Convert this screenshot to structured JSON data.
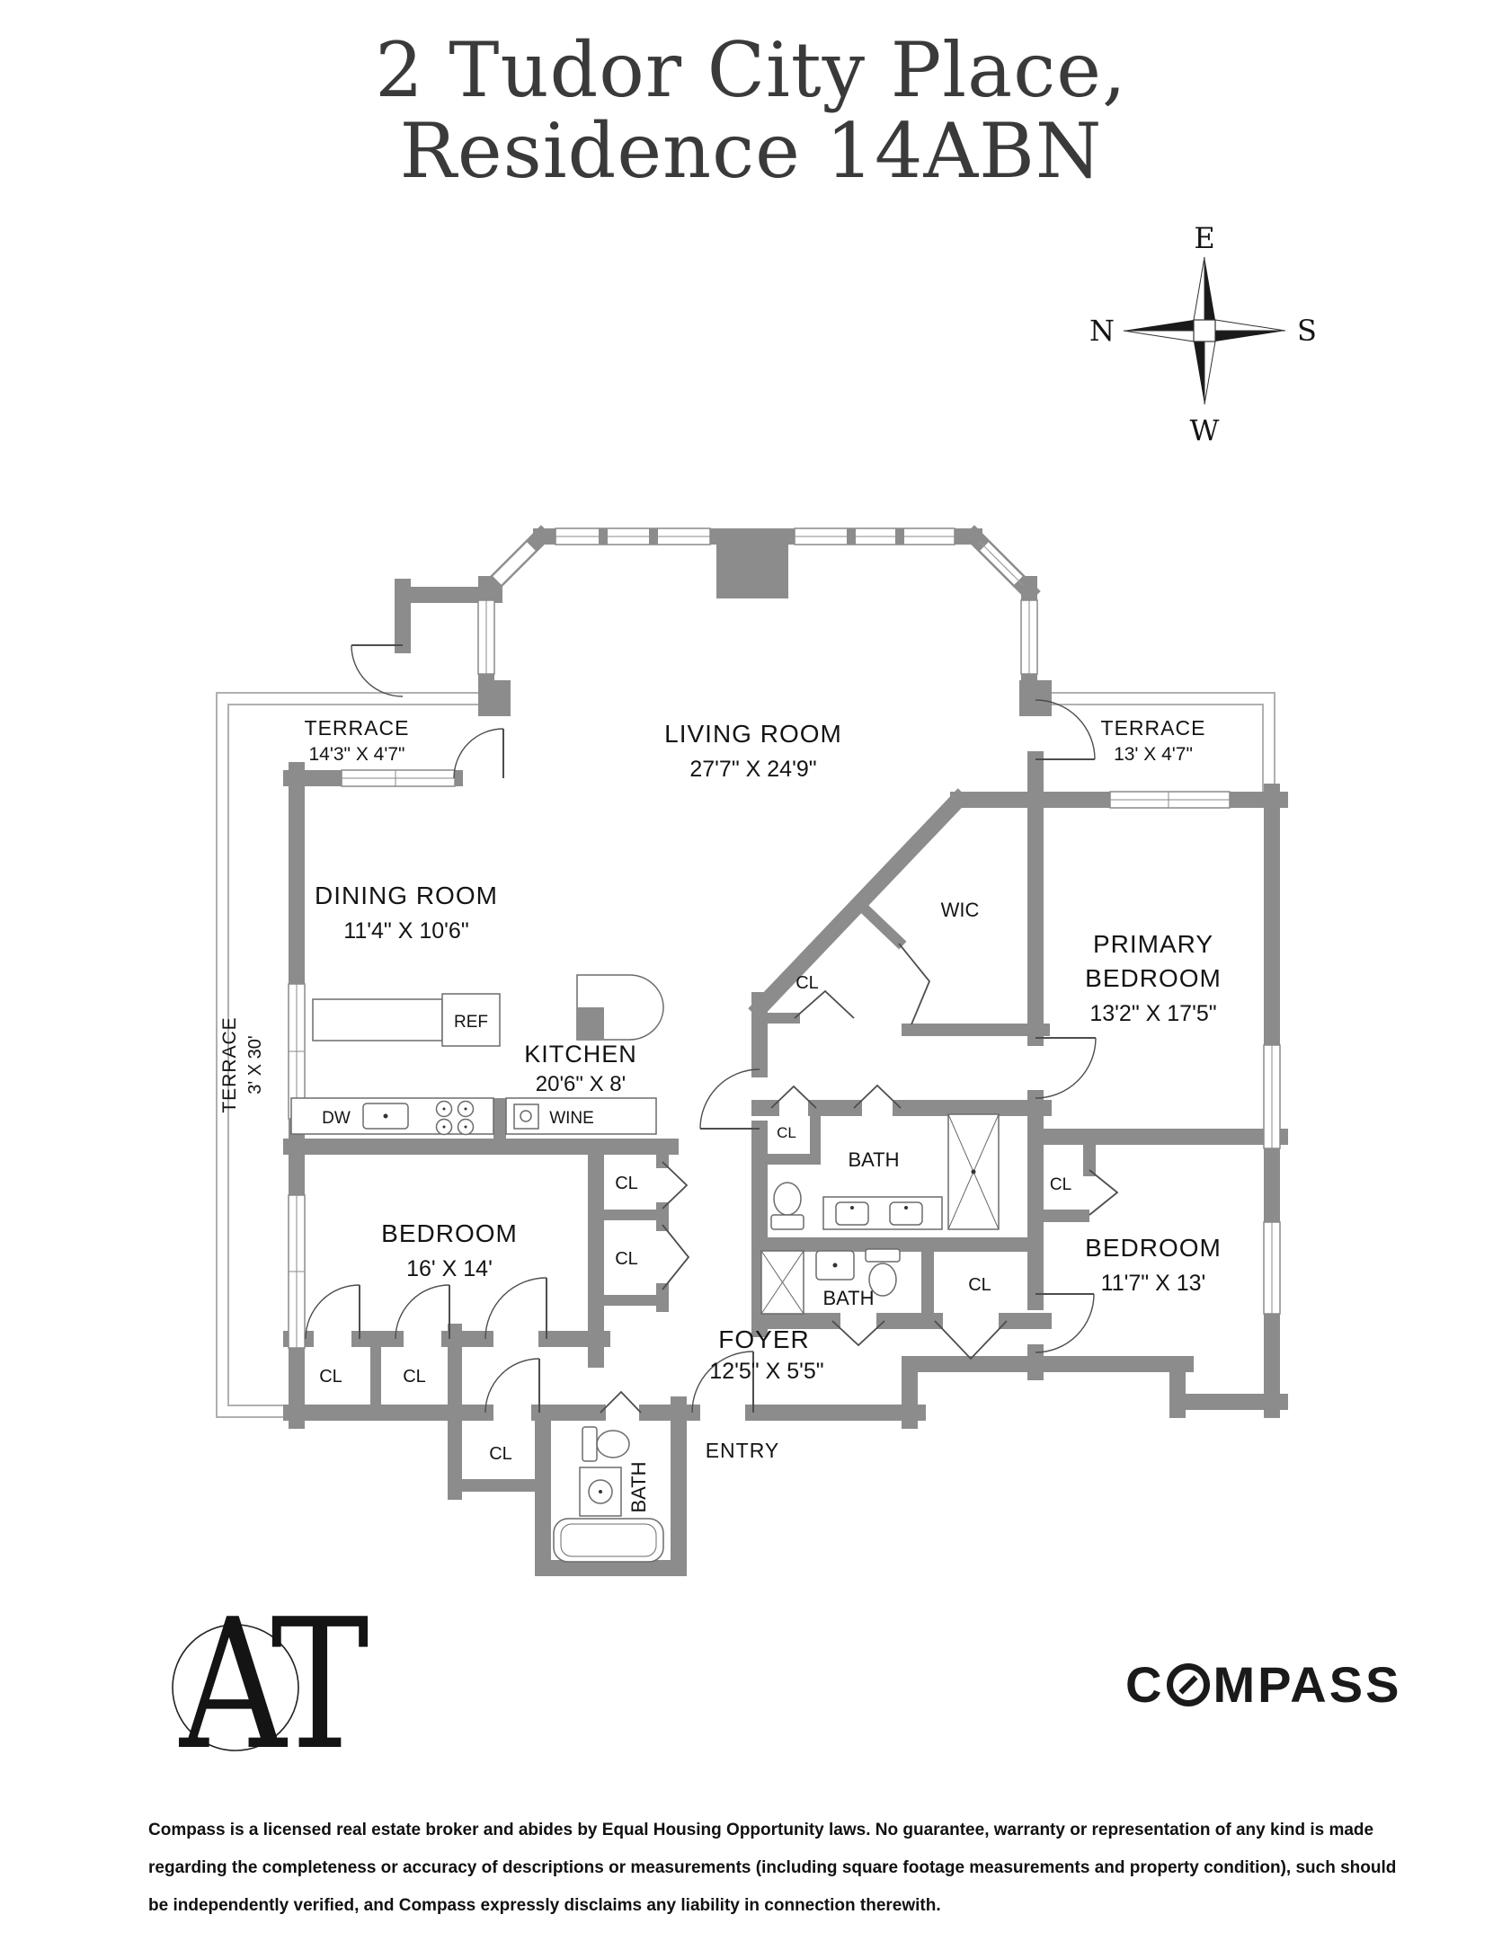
{
  "title": {
    "line1": "2 Tudor City Place,",
    "line2": "Residence 14ABN"
  },
  "compass_rose": {
    "n": "N",
    "e": "E",
    "s": "S",
    "w": "W"
  },
  "floorplan": {
    "rooms": {
      "living": {
        "name": "LIVING ROOM",
        "dims": "27'7\" X 24'9\""
      },
      "dining": {
        "name": "DINING ROOM",
        "dims": "11'4\" X 10'6\""
      },
      "kitchen": {
        "name": "KITCHEN",
        "dims": "20'6\" X 8'"
      },
      "primary_bedroom": {
        "name1": "PRIMARY",
        "name2": "BEDROOM",
        "dims": "13'2\" X 17'5\""
      },
      "bedroom_west": {
        "name": "BEDROOM",
        "dims": "16' X 14'"
      },
      "bedroom_east": {
        "name": "BEDROOM",
        "dims": "11'7\" X 13'"
      },
      "foyer": {
        "name": "FOYER",
        "dims": "12'5\" X 5'5\""
      },
      "terrace_nw": {
        "name": "TERRACE",
        "dims": "14'3\" X 4'7\""
      },
      "terrace_ne": {
        "name": "TERRACE",
        "dims": "13' X 4'7\""
      },
      "terrace_w": {
        "name": "TERRACE",
        "dims": "3' X 30'"
      }
    },
    "labels": {
      "wic": "WIC",
      "bath": "BATH",
      "cl": "CL",
      "entry": "ENTRY"
    },
    "appliances": {
      "ref": "REF",
      "dw": "DW",
      "wine": "WINE"
    }
  },
  "footer": {
    "at_logo": "AT",
    "compass_logo_pre": "C",
    "compass_logo_post": "MPASS",
    "disclaimer_line1": "Compass is a licensed real estate broker and abides by Equal Housing Opportunity laws. No guarantee, warranty or representation of any kind is made",
    "disclaimer_line2": "regarding the completeness or accuracy of descriptions or measurements (including square footage measurements and property condition), such should",
    "disclaimer_line3": "be independently verified, and Compass expressly disclaims any liability in connection therewith."
  }
}
